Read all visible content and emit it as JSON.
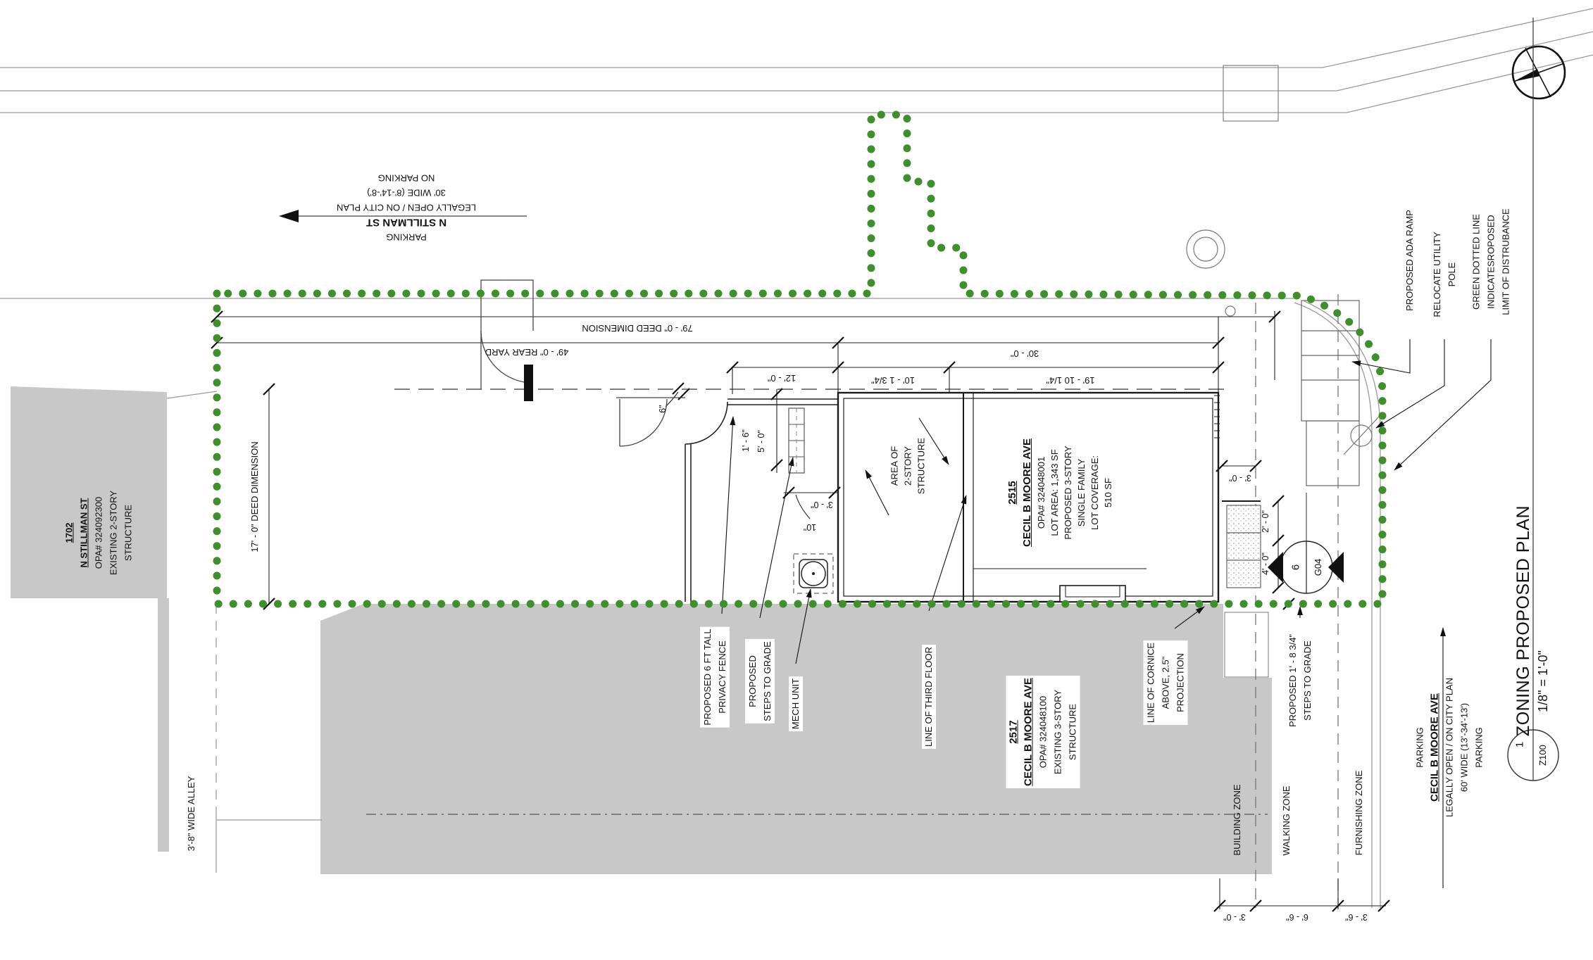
{
  "colors": {
    "limit_of_disturbance_green": "#3f8f2d",
    "building_fill_gray": "#c8c8c8",
    "line_black": "#1c1c1c",
    "line_gray": "#999999"
  },
  "streets": {
    "stillman": {
      "lines": [
        "PARKING",
        "N STILLMAN ST",
        "LEGALLY OPEN / ON CITY PLAN",
        "30' WIDE (8'-14'-8')",
        "NO PARKING"
      ]
    },
    "cecil": {
      "lines": [
        "PARKING",
        "CECIL B MOORE AVE",
        "LEGALLY OPEN / ON CITY PLAN",
        "60' WIDE (13'-34'-13')",
        "PARKING"
      ]
    },
    "alley_label": "3'-8\" WIDE ALLEY"
  },
  "parcels": {
    "p1702": {
      "lines": [
        "1702",
        "N STILLMAN ST",
        "OPA# 324092300",
        "EXISTING 2-STORY",
        "STRUCTURE"
      ]
    },
    "p2515": {
      "lines": [
        "2515",
        "CECIL B MOORE AVE",
        "OPA# 324048001",
        "LOT AREA: 1,343 SF",
        "PROPOSED 3-STORY",
        "SINGLE FAMILY",
        "LOT COVERAGE:",
        "510 SF"
      ]
    },
    "p2517": {
      "lines": [
        "2517",
        "CECIL B MOORE AVE",
        "OPA# 324048100",
        "EXISTING 3-STORY",
        "STRUCTURE"
      ]
    },
    "area_2story": {
      "lines": [
        "AREA OF",
        "2-STORY",
        "STRUCTURE"
      ]
    }
  },
  "dimensions": {
    "deed_79": "79' - 0\" DEED DIMENSION",
    "rear_yard_49": "49' - 0\" REAR YARD",
    "d30": "30' - 0\"",
    "d12": "12' - 0\"",
    "d10_1_34": "10' - 1 3/4\"",
    "d19_10_14": "19' - 10 1/4\"",
    "deed_17": "17' - 0\" DEED DIMENSION",
    "d6in": "6\"",
    "d1_6": "1' - 6\"",
    "d5_0": "5' - 0\"",
    "d3_0_porch": "3' - 0\"",
    "d10in": "10\"",
    "d3_0_front": "3' - 0\"",
    "d2_0": "2' - 0\"",
    "d4_0": "4' - 0\"",
    "bottom_3_0": "3' - 0\"",
    "bottom_6_6": "6' - 6\"",
    "bottom_3_6": "3' - 6\""
  },
  "annotations": {
    "fence": [
      "PROPOSED 6 FT TALL",
      "PRIVACY FENCE"
    ],
    "steps": [
      "PROPOSED",
      "STEPS TO GRADE"
    ],
    "mech": "MECH UNIT",
    "third_floor": "LINE OF THIRD FLOOR",
    "cornice": [
      "LINE OF CORNICE",
      "ABOVE, 2.5\"",
      "PROJECTION"
    ],
    "steps_grade": [
      "PROPOSED 1' - 8 3/4\"",
      "STEPS TO GRADE"
    ],
    "ada": "PROPOSED ADA RAMP",
    "relocate_pole": [
      "RELOCATE UTILITY",
      "POLE"
    ],
    "green_line": [
      "GREEN DOTTED LINE",
      "INDICATESROPOSED",
      "LIMIT OF DISTRUBANCE"
    ]
  },
  "zones": {
    "building": "BUILDING ZONE",
    "walking": "WALKING ZONE",
    "furnishing": "FURNISHING ZONE"
  },
  "section_marker": {
    "detail": "6",
    "sheet": "G04"
  },
  "title_block": {
    "title": "ZONING PROPOSED PLAN",
    "scale": "1/8\" = 1'-0\"",
    "detail_number": "1",
    "sheet_number": "Z100"
  }
}
